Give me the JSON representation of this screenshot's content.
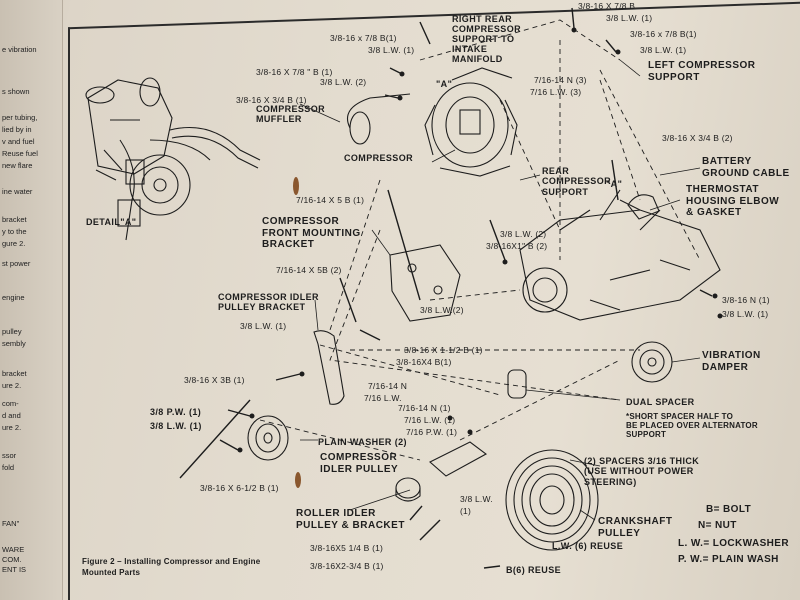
{
  "edge_fragments": [
    "e vibration",
    "s shown",
    "per tubing,",
    "lied by in",
    "v and fuel",
    "Reuse fuel",
    "new flare",
    "ine water",
    "bracket",
    "y to the",
    "gure 2.",
    "st power",
    "engine",
    "pulley",
    "sembly",
    "bracket",
    "ure 2.",
    "com-",
    "d and",
    "ure 2.",
    "ssor",
    "fold",
    "FAN\"",
    "WARE",
    "COM.",
    "ENT IS"
  ],
  "labels": {
    "top_bolt_1": "3/8-16 X 7/8 B",
    "top_lw_1": "3/8 L.W. (1)",
    "top_bolt_2": "3/8-16 x 7/8 B(1)",
    "top_lw_2": "3/8 L.W. (1)",
    "left_comp_support": "LEFT COMPRESSOR\nSUPPORT",
    "right_rear_support": "RIGHT REAR\nCOMPRESSOR\nSUPPORT TO\nINTAKE\nMANIFOLD",
    "rr_bolt": "3/8-16 x 7/8 B(1)",
    "rr_lw": "3/8 L.W. (1)",
    "l_bolt_1": "3/8-16 X 7/8 \" B (1)",
    "l_lw_1": "3/8 L.W. (2)",
    "l_bolt_2": "3/8-16 X 3/4 B (1)",
    "detail_a_top": "\"A\"",
    "nut_7_16": "7/16-14 N (3)",
    "lw_7_16": "7/16 L.W. (3)",
    "muffler": "COMPRESSOR\nMUFFLER",
    "compressor": "COMPRESSOR",
    "rear_support": "REAR\nCOMPRESSOR\nSUPPORT",
    "bolt_3_4_b2": "3/8-16 X 3/4 B (2)",
    "battery_cable": "BATTERY\nGROUND CABLE",
    "thermostat": "THERMOSTAT\nHOUSING ELBOW\n& GASKET",
    "detail_a_mid": "\"A\"",
    "bolt_7_16_5": "7/16-14 X 5 B (1)",
    "detail_a": "DETAIL\"A\"",
    "front_bracket": "COMPRESSOR\nFRONT MOUNTING\nBRACKET",
    "lw_2_a": "3/8 L.W. (2)",
    "bolt_1_b2": "3/8-16X1\" B (2)",
    "bolt_5b": "7/16-14 X 5B (2)",
    "idler_bracket": "COMPRESSOR IDLER\nPULLEY BRACKET",
    "lw_1_a": "3/8 L.W. (1)",
    "lw_2_b": "3/8 L.W.(2)",
    "bolt_1_1_2": "3/8-16 X 1-1/2 B (1)",
    "bolt_4b": "3/8-16X4 B(1)",
    "nut_3_8_16": "3/8-16 N (1)",
    "lw_3_8_r": "3/8 L.W. (1)",
    "vib_damper": "VIBRATION\nDAMPER",
    "bolt_3b": "3/8-16 X 3B (1)",
    "nut_7_16_a": "7/16-14 N",
    "lw_7_16_a": "7/16 L.W.",
    "pw_1": "3/8 P.W. (1)",
    "lw_3_8_b": "3/8 L.W. (1)",
    "nut_7_16_b": "7/16-14 N (1)",
    "lw_7_16_b": "7/16 L.W. (1)",
    "pw_7_16": "7/16 P.W. (1)",
    "plain_washer": "PLAIN WASHER (2)",
    "dual_spacer": "DUAL SPACER",
    "short_spacer_note": "*SHORT SPACER HALF TO\nBE PLACED OVER ALTERNATOR\nSUPPORT",
    "idler_pulley": "COMPRESSOR\nIDLER PULLEY",
    "spacers": "(2) SPACERS 3/16 THICK\n(USE WITHOUT POWER\nSTEERING)",
    "bolt_6_1_2": "3/8-16 X 6-1/2 B (1)",
    "lw_3_8_c": "3/8 L.W.\n(1)",
    "roller_idler": "ROLLER IDLER\nPULLEY & BRACKET",
    "crank_pulley": "CRANKSHAFT\nPULLEY",
    "bolt_5_1_4": "3/8-16X5 1/4 B (1)",
    "lw6_reuse": "L.W. (6) REUSE",
    "bolt_2_3_4": "3/8-16X2-3/4 B (1)",
    "b6_reuse": "B(6) REUSE"
  },
  "legend": [
    "B= BOLT",
    "N= NUT",
    "L. W.= LOCKWASHER",
    "P. W.= PLAIN WASH"
  ],
  "caption": "Figure 2 – Installing Compressor and Engine\nMounted Parts",
  "colors": {
    "ink": "#1d1d1d",
    "paper": "#e3dccf",
    "stain": "#7a3f12"
  }
}
